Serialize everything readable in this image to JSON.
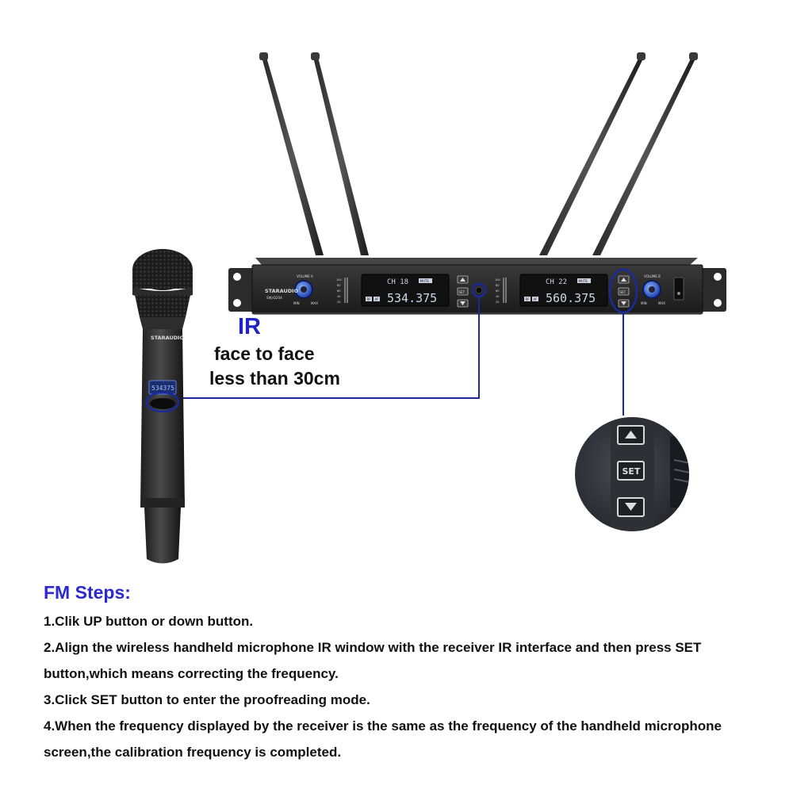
{
  "labels": {
    "ir": "IR",
    "face": "face to face",
    "distance": "less than 30cm"
  },
  "receiver": {
    "brand": "STARAUDIO",
    "model": "SWJ-D20A",
    "volume_a": "VOLUME A",
    "volume_b": "VOLUME B",
    "min": "MIN",
    "max": "MAX",
    "ch_a": "CH 18",
    "freq_a": "534.375",
    "ch_b": "CH 22",
    "freq_b": "560.375",
    "mute": "MUTE",
    "rf": "RF",
    "af": "AF",
    "set": "SET",
    "meter_ticks": [
      "100",
      "80",
      "60",
      "40",
      "20"
    ]
  },
  "microphone": {
    "brand": "STARAUDIO",
    "screen": "534375"
  },
  "zoom": {
    "set": "SET"
  },
  "steps": {
    "title": "FM Steps:",
    "items": [
      "1.Clik UP button or down button.",
      "2.Align the wireless handheld microphone IR window with the receiver IR interface and then press SET button,which means correcting the frequency.",
      "3.Click SET button to enter the proofreading mode.",
      "4.When the frequency displayed by the receiver is the same as the frequency of the handheld microphone screen,the calibration frequency is completed."
    ]
  },
  "colors": {
    "accent_blue": "#2a2ad0",
    "connector_blue": "#1a2a9c",
    "display_blue": "#8ab8ff"
  }
}
